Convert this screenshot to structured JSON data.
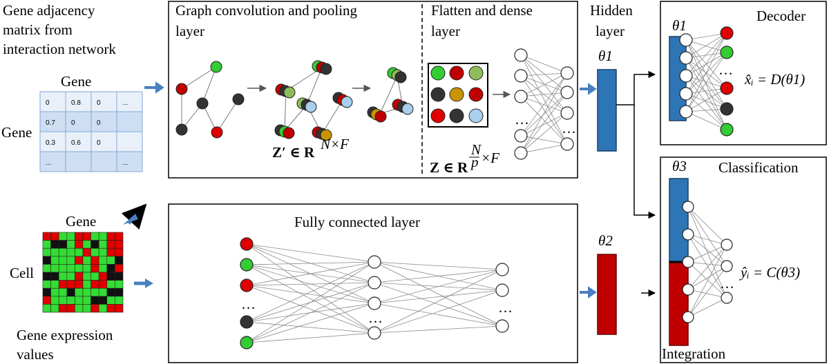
{
  "input": {
    "adj_title": [
      "Gene adjacency",
      "matrix from",
      "interaction network"
    ],
    "gene_top": "Gene",
    "gene_left": "Gene",
    "matrix": [
      [
        "0",
        "0.8",
        "0",
        "..."
      ],
      [
        "0.7",
        "0",
        "0",
        ""
      ],
      [
        "0.3",
        "0.6",
        "0",
        ""
      ],
      [
        "...",
        "",
        "",
        "..."
      ]
    ],
    "expr_gene": "Gene",
    "expr_cell": "Cell",
    "expr_caption": [
      "Gene expression",
      "values"
    ]
  },
  "graph_box": {
    "title": [
      "Graph convolution and pooling",
      "layer"
    ],
    "flatten_title": [
      "Flatten and dense",
      "layer"
    ],
    "z_prime": "Z′ ∈ R",
    "z_prime_sup": "N×F",
    "z": "Z ∈ R",
    "z_sup_num": "N",
    "z_sup_den": "p",
    "z_sup_tail": "×F",
    "ellipsis": "…"
  },
  "fc_box": {
    "title": "Fully connected layer",
    "ellipsis": "…"
  },
  "hidden": {
    "title": [
      "Hidden",
      "layer"
    ],
    "theta1": "θ1",
    "theta2": "θ2"
  },
  "decoder": {
    "title": "Decoder",
    "theta": "θ1",
    "formula": "x̂ᵢ = D(θ1)"
  },
  "classification": {
    "title": "Classification",
    "theta": "θ3",
    "formula": "ŷᵢ = C(θ3)",
    "bottom_label": "Integration"
  },
  "colors": {
    "blue": "#2e75b6",
    "red": "#c00000",
    "green": "#33cc33",
    "node_red": "#e00000",
    "dark": "#333333",
    "olive": "#8fbc5a",
    "lightblue": "#a9cfee",
    "gold": "#c99400"
  }
}
